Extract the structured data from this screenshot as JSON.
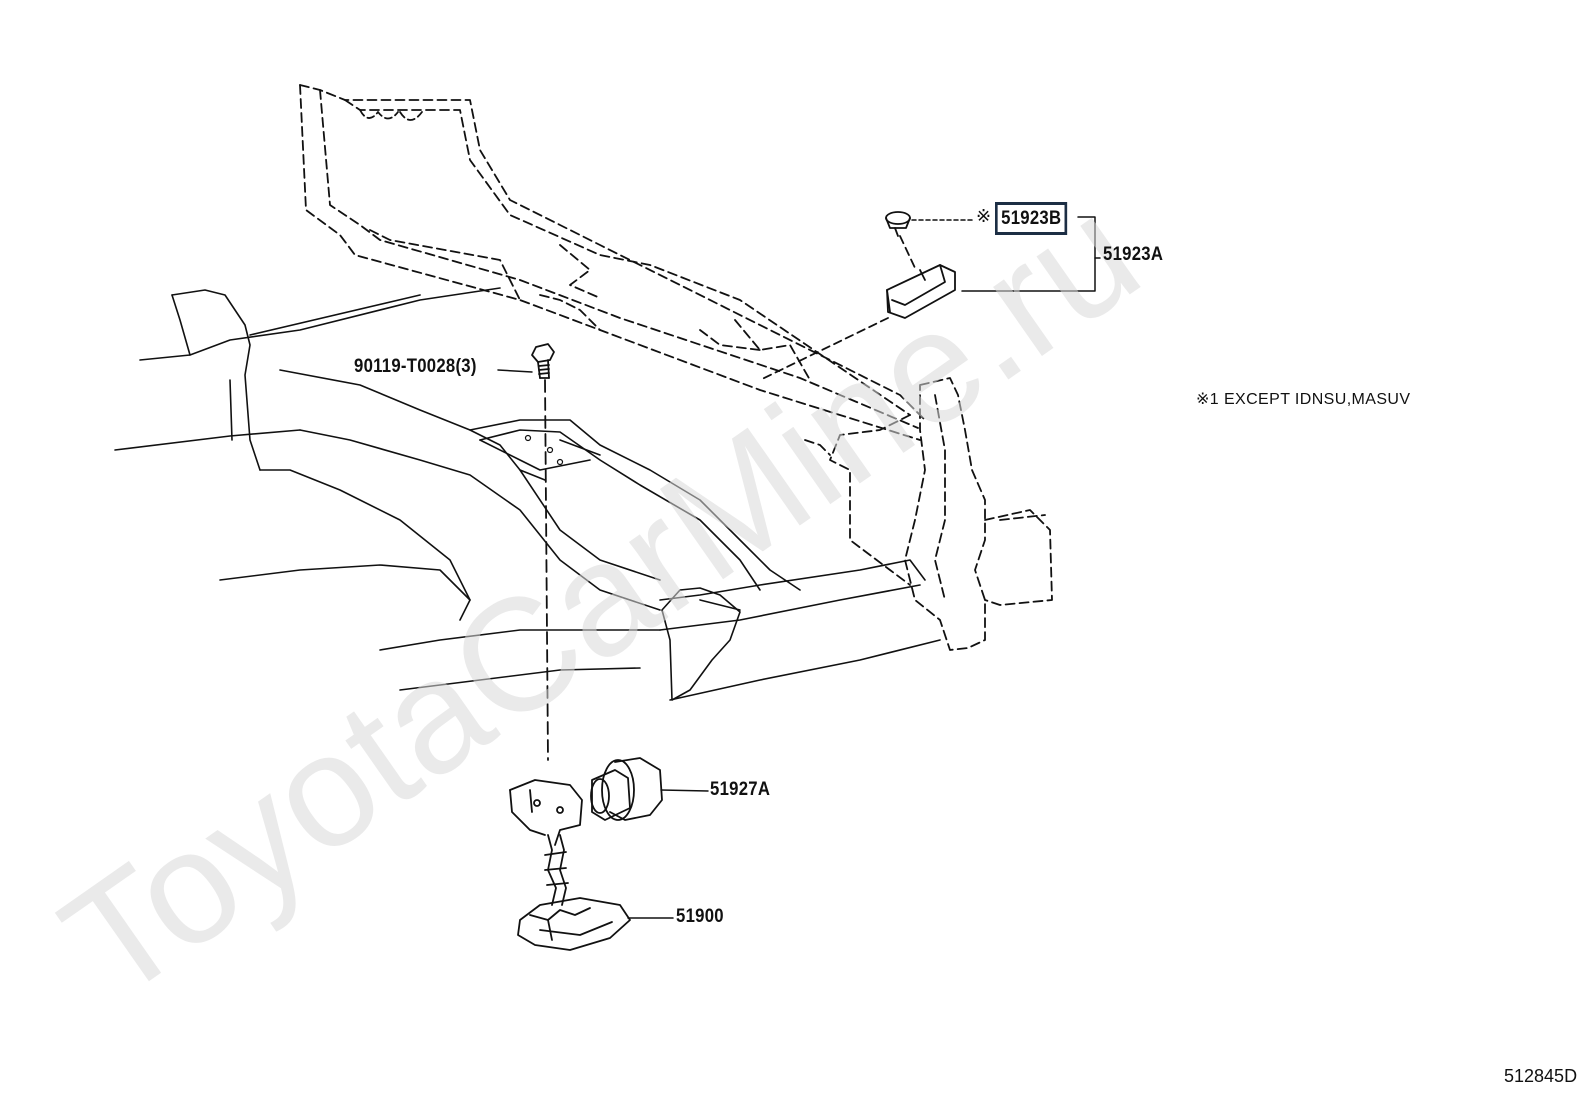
{
  "watermark": "ToyotaCarMine.ru",
  "callouts": {
    "clip_b": "51923B",
    "clip_b_mark": "※",
    "bracket_a": "51923A",
    "bolt": "90119-T0028(3)",
    "holder_cap": "51927A",
    "carrier": "51900"
  },
  "footnote": "※1 EXCEPT IDNSU,MASUV",
  "diagram_code": "512845D"
}
